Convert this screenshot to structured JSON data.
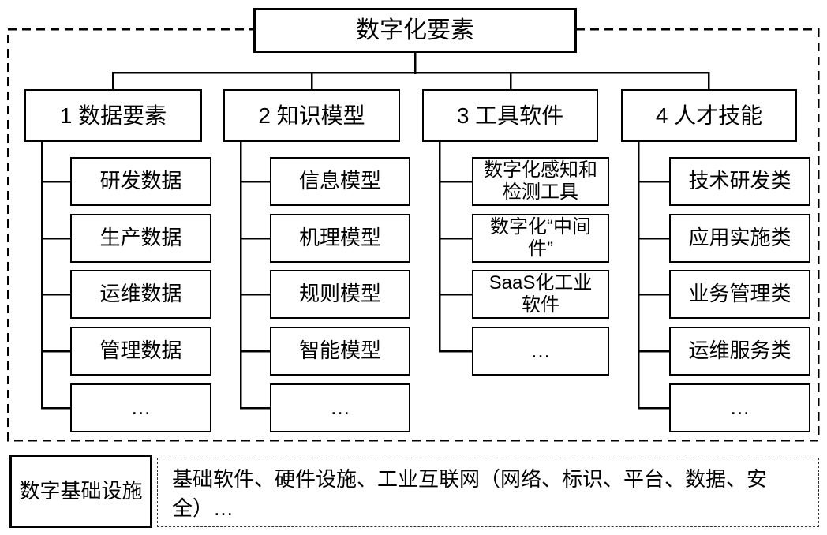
{
  "root": {
    "label": "数字化要素"
  },
  "branches": [
    {
      "label": "1 数据要素",
      "children": [
        "研发数据",
        "生产数据",
        "运维数据",
        "管理数据",
        "…"
      ]
    },
    {
      "label": "2 知识模型",
      "children": [
        "信息模型",
        "机理模型",
        "规则模型",
        "智能模型",
        "…"
      ]
    },
    {
      "label": "3 工具软件",
      "children": [
        "数字化感知和\n检测工具",
        "数字化“中间\n件”",
        "SaaS化工业\n软件",
        "…"
      ]
    },
    {
      "label": "4 人才技能",
      "children": [
        "技术研发类",
        "应用实施类",
        "业务管理类",
        "运维服务类",
        "…"
      ]
    }
  ],
  "infrastructure": {
    "label": "数字基础设施",
    "description": "基础软件、硬件设施、工业互联网（网络、标识、平台、数据、安全）…"
  },
  "colors": {
    "line": "#000000",
    "background": "#ffffff",
    "text": "#000000"
  }
}
